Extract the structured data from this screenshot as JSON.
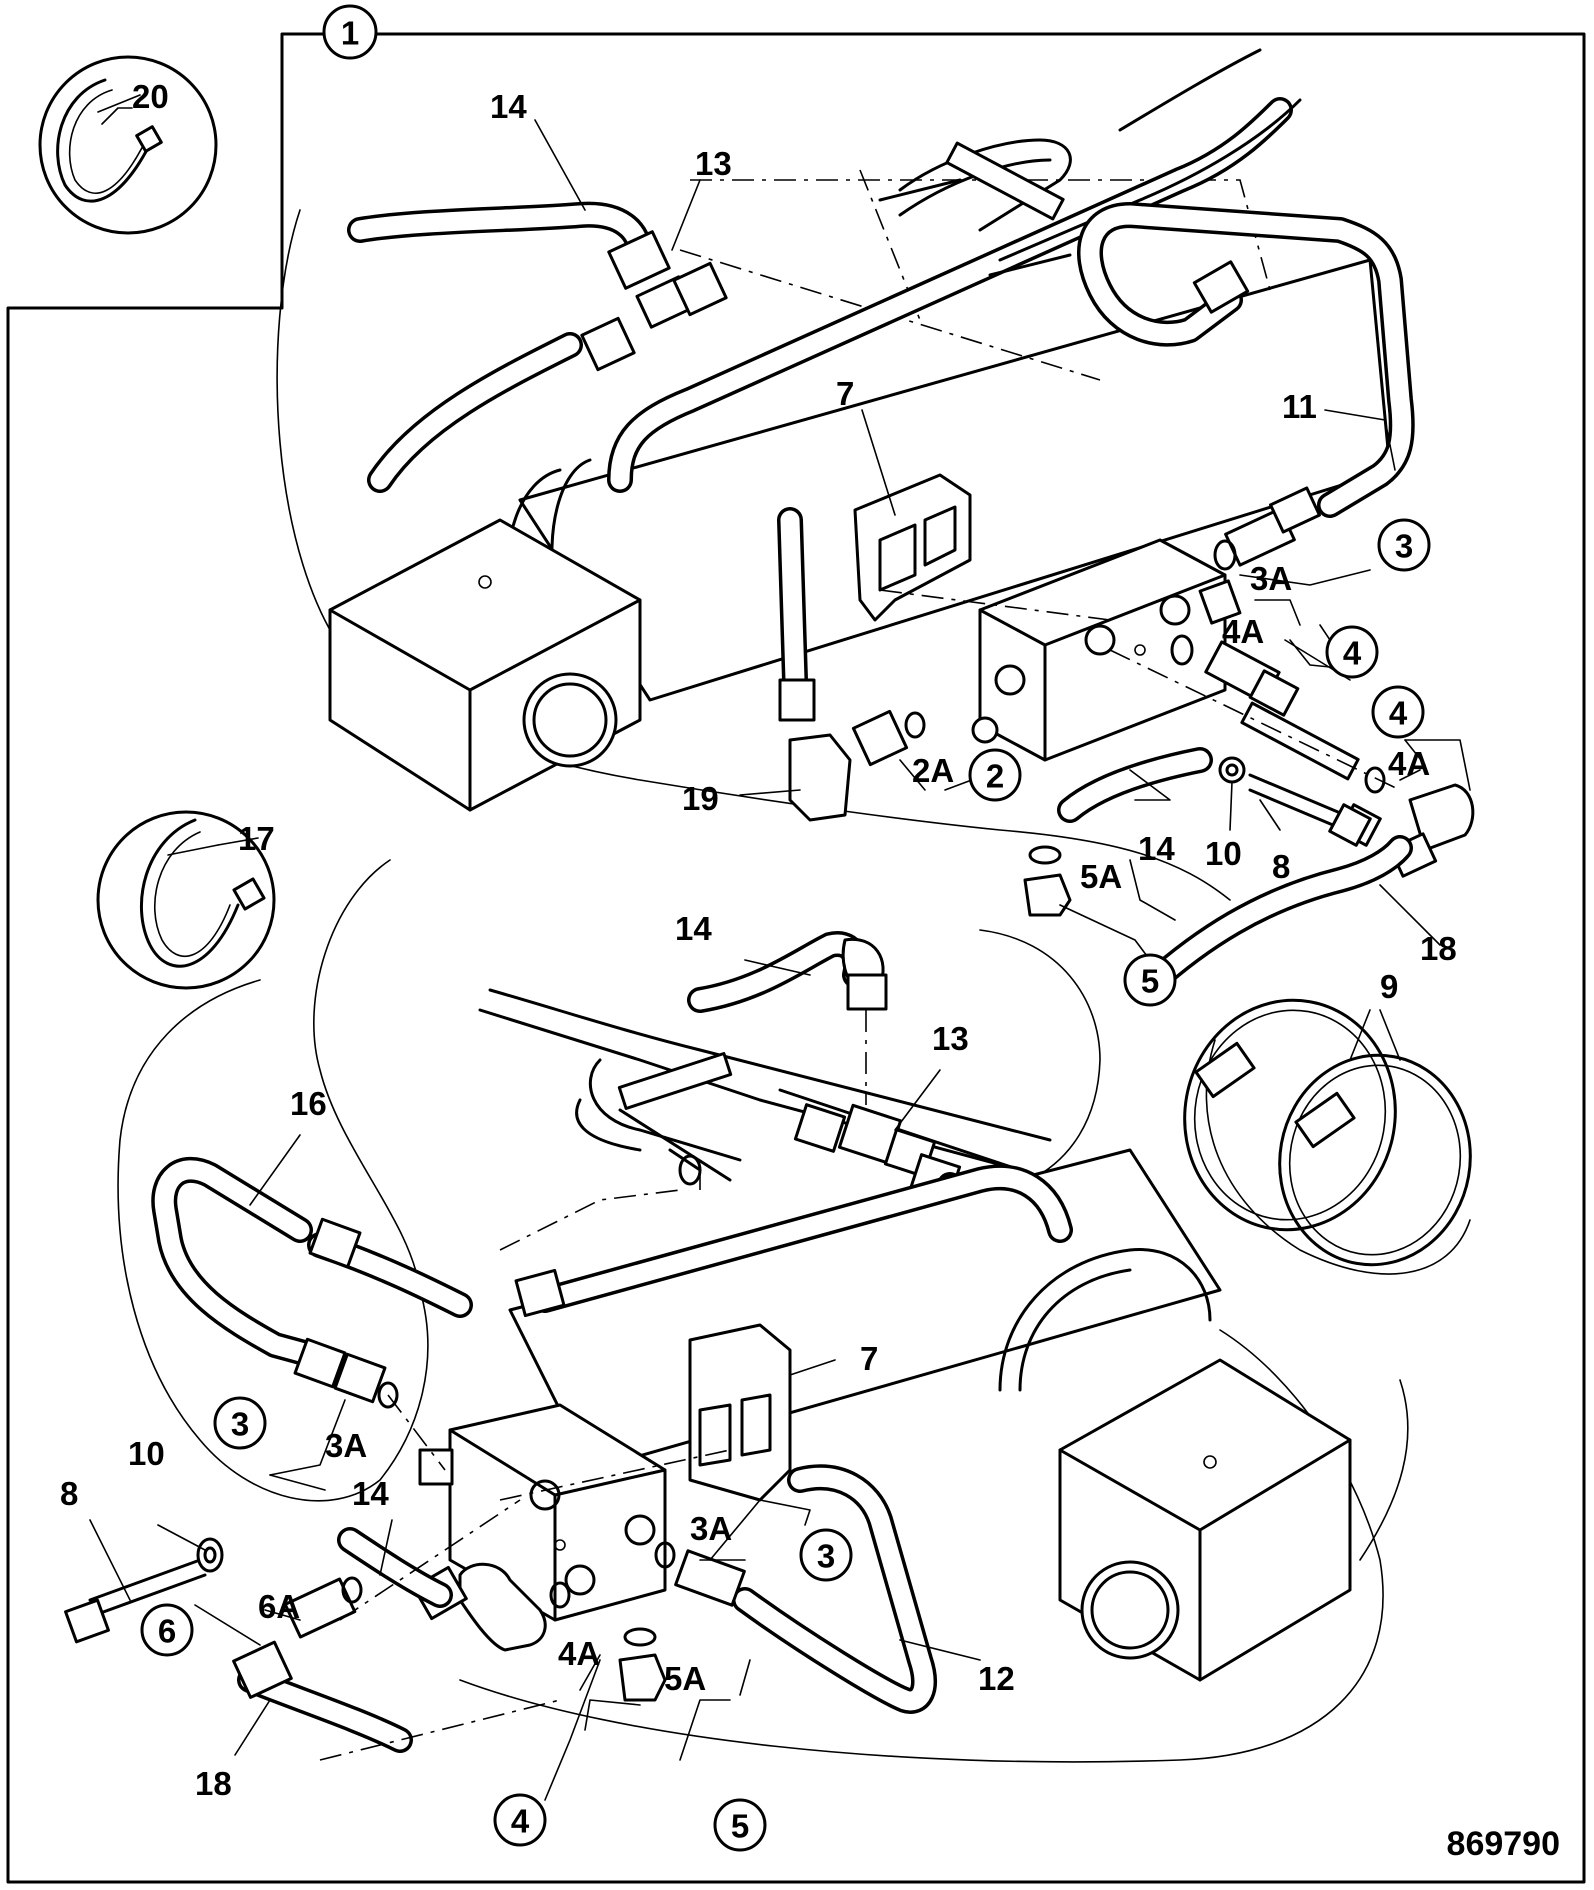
{
  "diagram": {
    "reference_number": "869790",
    "assembly_callout": "1",
    "callouts": [
      {
        "id": "c-20",
        "text": "20"
      },
      {
        "id": "c-14a",
        "text": "14"
      },
      {
        "id": "c-13a",
        "text": "13"
      },
      {
        "id": "c-7a",
        "text": "7"
      },
      {
        "id": "c-11",
        "text": "11"
      },
      {
        "id": "c-3a",
        "text": "3A"
      },
      {
        "id": "c-4a",
        "text": "4A"
      },
      {
        "id": "c-4b",
        "text": "4A"
      },
      {
        "id": "c-2a",
        "text": "2A"
      },
      {
        "id": "c-19",
        "text": "19"
      },
      {
        "id": "c-14b",
        "text": "14"
      },
      {
        "id": "c-10a",
        "text": "10"
      },
      {
        "id": "c-8a",
        "text": "8"
      },
      {
        "id": "c-5a",
        "text": "5A"
      },
      {
        "id": "c-18a",
        "text": "18"
      },
      {
        "id": "c-17",
        "text": "17"
      },
      {
        "id": "c-14c",
        "text": "14"
      },
      {
        "id": "c-13b",
        "text": "13"
      },
      {
        "id": "c-9",
        "text": "9"
      },
      {
        "id": "c-16",
        "text": "16"
      },
      {
        "id": "c-7b",
        "text": "7"
      },
      {
        "id": "c-3a2",
        "text": "3A"
      },
      {
        "id": "c-10b",
        "text": "10"
      },
      {
        "id": "c-8b",
        "text": "8"
      },
      {
        "id": "c-14d",
        "text": "14"
      },
      {
        "id": "c-6a",
        "text": "6A"
      },
      {
        "id": "c-3a3",
        "text": "3A"
      },
      {
        "id": "c-4a3",
        "text": "4A"
      },
      {
        "id": "c-5a2",
        "text": "5A"
      },
      {
        "id": "c-12",
        "text": "12"
      },
      {
        "id": "c-18b",
        "text": "18"
      }
    ],
    "circled": [
      {
        "id": "k-3a",
        "text": "3"
      },
      {
        "id": "k-4a",
        "text": "4"
      },
      {
        "id": "k-4b",
        "text": "4"
      },
      {
        "id": "k-2",
        "text": "2"
      },
      {
        "id": "k-5a",
        "text": "5"
      },
      {
        "id": "k-3b",
        "text": "3"
      },
      {
        "id": "k-6",
        "text": "6"
      },
      {
        "id": "k-3c",
        "text": "3"
      },
      {
        "id": "k-4c",
        "text": "4"
      },
      {
        "id": "k-5b",
        "text": "5"
      }
    ]
  }
}
